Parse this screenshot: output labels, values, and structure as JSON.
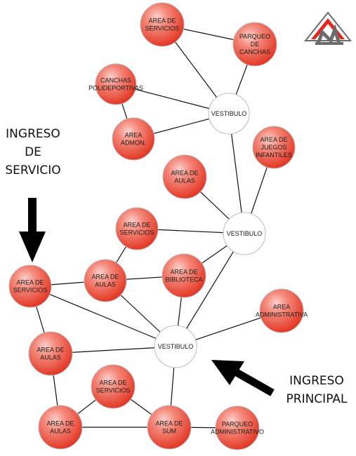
{
  "diagram": {
    "nodes": [
      {
        "id": "srv_top",
        "lines": [
          "AREA DE",
          "SERVICIOS"
        ],
        "kind": "area"
      },
      {
        "id": "parq_canchas",
        "lines": [
          "PARQUEO",
          "DE",
          "CANCHAS"
        ],
        "kind": "area"
      },
      {
        "id": "canchas",
        "lines": [
          "CANCHAS",
          "POLIDEPORTIVAS"
        ],
        "kind": "area"
      },
      {
        "id": "vest1",
        "lines": [
          "VESTIBULO"
        ],
        "kind": "vestibule"
      },
      {
        "id": "admon",
        "lines": [
          "AREA",
          "ADMON."
        ],
        "kind": "area"
      },
      {
        "id": "juegos",
        "lines": [
          "AREA DE",
          "JUEGOS",
          "INFANTILES"
        ],
        "kind": "area"
      },
      {
        "id": "aulas_top",
        "lines": [
          "AREA DE",
          "AULAS"
        ],
        "kind": "area"
      },
      {
        "id": "srv_mid",
        "lines": [
          "AREA DE",
          "SERVICIOS"
        ],
        "kind": "area"
      },
      {
        "id": "vest2",
        "lines": [
          "VESTIBULO"
        ],
        "kind": "vestibule"
      },
      {
        "id": "srv_left",
        "lines": [
          "AREA DE",
          "SERVICIOS"
        ],
        "kind": "area"
      },
      {
        "id": "aulas_mid",
        "lines": [
          "AREA DE",
          "AULAS"
        ],
        "kind": "area"
      },
      {
        "id": "biblio",
        "lines": [
          "AREA DE",
          "BIBLIOTECA"
        ],
        "kind": "area"
      },
      {
        "id": "administrativa",
        "lines": [
          "AREA",
          "ADMINISTRATIVA"
        ],
        "kind": "area"
      },
      {
        "id": "aulas_left",
        "lines": [
          "AREA DE",
          "AULAS"
        ],
        "kind": "area"
      },
      {
        "id": "vest3",
        "lines": [
          "VESTIBULO"
        ],
        "kind": "vestibule"
      },
      {
        "id": "srv_bot",
        "lines": [
          "AREA DE",
          "SERVICIOS"
        ],
        "kind": "area"
      },
      {
        "id": "aulas_bot",
        "lines": [
          "AREA DE",
          "AULAS"
        ],
        "kind": "area"
      },
      {
        "id": "sum",
        "lines": [
          "AREA DE",
          "SUM"
        ],
        "kind": "area"
      },
      {
        "id": "parq_admin",
        "lines": [
          "PARQUEO",
          "ADMINISTRATIVO"
        ],
        "kind": "area"
      }
    ],
    "edges": [
      [
        "srv_top",
        "parq_canchas"
      ],
      [
        "srv_top",
        "vest1"
      ],
      [
        "parq_canchas",
        "vest1"
      ],
      [
        "canchas",
        "vest1"
      ],
      [
        "canchas",
        "admon"
      ],
      [
        "admon",
        "vest1"
      ],
      [
        "vest1",
        "vest2"
      ],
      [
        "juegos",
        "vest2"
      ],
      [
        "aulas_top",
        "vest2"
      ],
      [
        "srv_mid",
        "vest2"
      ],
      [
        "srv_mid",
        "aulas_mid"
      ],
      [
        "biblio",
        "vest2"
      ],
      [
        "srv_left",
        "aulas_mid"
      ],
      [
        "aulas_mid",
        "biblio"
      ],
      [
        "srv_left",
        "aulas_left"
      ],
      [
        "srv_left",
        "vest3"
      ],
      [
        "aulas_mid",
        "vest3"
      ],
      [
        "biblio",
        "vest3"
      ],
      [
        "vest2",
        "vest3"
      ],
      [
        "administrativa",
        "vest3"
      ],
      [
        "aulas_left",
        "vest3"
      ],
      [
        "aulas_left",
        "aulas_bot"
      ],
      [
        "vest3",
        "sum"
      ],
      [
        "srv_bot",
        "aulas_bot"
      ],
      [
        "srv_bot",
        "sum"
      ],
      [
        "aulas_bot",
        "sum"
      ],
      [
        "sum",
        "parq_admin"
      ]
    ]
  },
  "labels": {
    "ingreso_servicio": [
      "INGRESO",
      "DE",
      "SERVICIO"
    ],
    "ingreso_principal": [
      "INGRESO",
      "PRINCIPAL"
    ]
  },
  "colors": {
    "area_fill_light": "#f6a196",
    "area_fill_dark": "#e8392a",
    "vestibule_fill": "#ffffff",
    "edge": "#111111",
    "arrow": "#000000",
    "logo_red": "#e0281e",
    "logo_gray": "#6b6b6b"
  },
  "icons": {
    "logo": "company-logo-icon",
    "arrow_down": "arrow-down-icon",
    "arrow_diag": "arrow-up-left-icon"
  }
}
